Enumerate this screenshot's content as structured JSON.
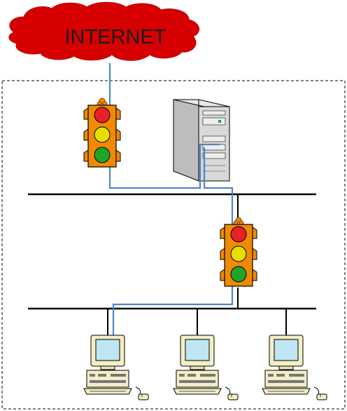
{
  "internet_label": "INTERNET",
  "colors": {
    "cloud": "#d60000",
    "cloud_text": "#1a1a1a",
    "link": "#4f86c6",
    "bus": "#000000",
    "boundary": "#000000",
    "light_housing": "#f08a00",
    "light_red": "#e8202a",
    "light_yellow": "#e6e000",
    "light_green": "#1fa52a",
    "server_body": "#d9d9d9",
    "pc_body": "#f3eec5",
    "pc_screen": "#bfe6f2"
  },
  "icons": {
    "firewall_outer": "traffic-light-icon",
    "firewall_inner": "traffic-light-icon",
    "server": "server-tower-icon",
    "workstation": "desktop-computer-icon",
    "mouse": "mouse-icon",
    "network": "cloud-icon"
  },
  "workstations": [
    {
      "id": "workstation-1"
    },
    {
      "id": "workstation-2"
    },
    {
      "id": "workstation-3"
    }
  ]
}
